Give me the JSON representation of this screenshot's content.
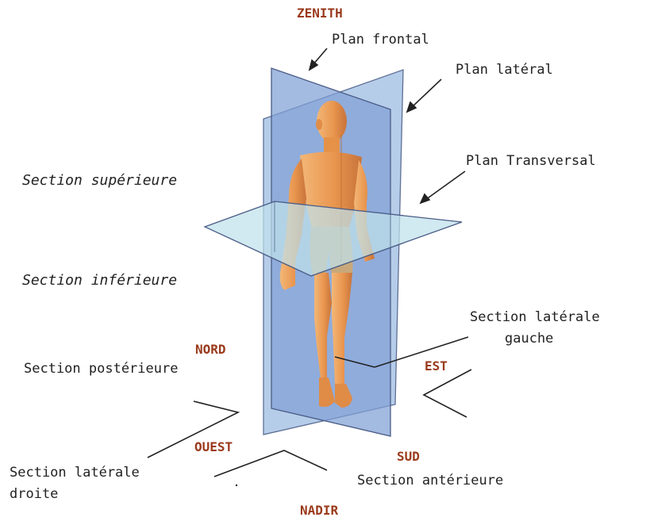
{
  "cardinals": {
    "zenith": "ZENITH",
    "nadir": "NADIR",
    "nord": "NORD",
    "sud": "SUD",
    "est": "EST",
    "ouest": "OUEST"
  },
  "planes": {
    "frontal": "Plan frontal",
    "lateral": "Plan latéral",
    "transversal": "Plan Transversal"
  },
  "sections": {
    "superieure": "Section supérieure",
    "inferieure": "Section inférieure",
    "posterieure": "Section postérieure",
    "laterale_gauche_line1": "Section latérale",
    "laterale_gauche_line2": "gauche",
    "laterale_droite_line1": "Section latérale",
    "laterale_droite_line2": "droite",
    "anterieure": "Section antérieure"
  },
  "colors": {
    "frontal_plane": "#7f9fd6",
    "lateral_plane": "#a9c4e6",
    "transversal_plane": "#bfe0ea",
    "skin": "#e99a53",
    "shorts": "#c8a87a",
    "cardinal_text": "#9a3a1b"
  }
}
